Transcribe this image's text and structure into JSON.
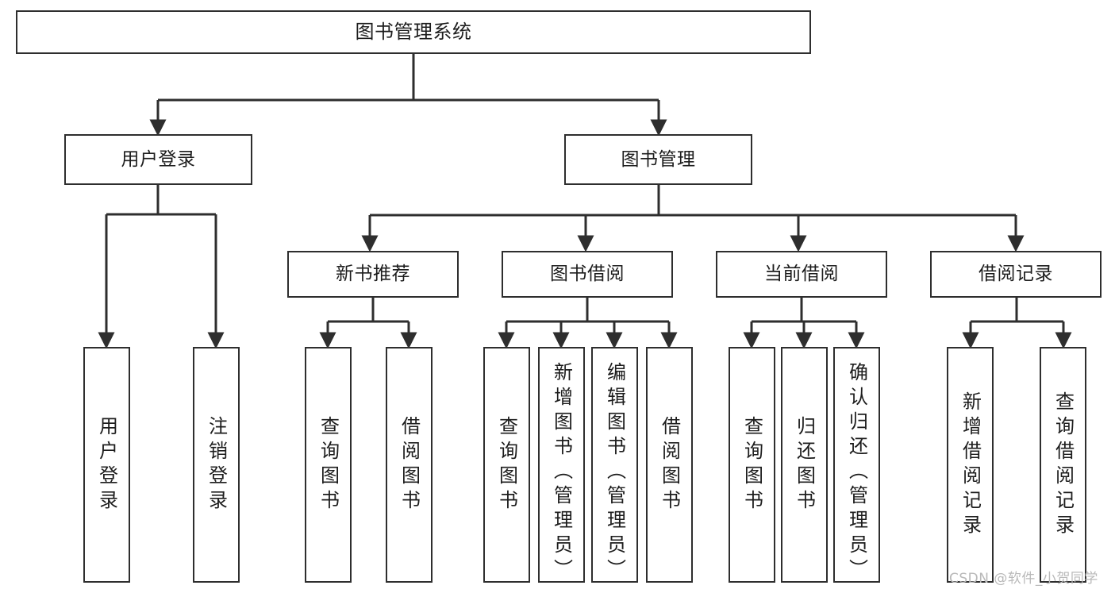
{
  "diagram": {
    "title": "图书管理系统",
    "type": "hierarchy-tree",
    "watermark": "CSDN @软件_小贺同学",
    "colors": {
      "stroke": "#2e2e2e",
      "text": "#1d1d1d",
      "background": "#ffffff",
      "watermark": "#b9b9b9"
    }
  },
  "nodes": {
    "root": {
      "label": "图书管理系统"
    },
    "level2": [
      {
        "id": "user-login",
        "label": "用户登录"
      },
      {
        "id": "book-manage",
        "label": "图书管理"
      }
    ],
    "level3": [
      {
        "id": "new-book-recommend",
        "label": "新书推荐"
      },
      {
        "id": "book-borrow",
        "label": "图书借阅"
      },
      {
        "id": "current-borrow",
        "label": "当前借阅"
      },
      {
        "id": "borrow-record",
        "label": "借阅记录"
      }
    ],
    "leaves": {
      "user_login": [
        {
          "id": "leaf-user-login",
          "label": "用户登录"
        },
        {
          "id": "leaf-logout-login",
          "label": "注销登录"
        }
      ],
      "new_book_recommend": [
        {
          "id": "leaf-query-book-1",
          "label": "查询图书"
        },
        {
          "id": "leaf-borrow-book-1",
          "label": "借阅图书"
        }
      ],
      "book_borrow": [
        {
          "id": "leaf-query-book-2",
          "label": "查询图书"
        },
        {
          "id": "leaf-add-book",
          "label": "新增图书（管理员）"
        },
        {
          "id": "leaf-edit-book",
          "label": "编辑图书（管理员）"
        },
        {
          "id": "leaf-borrow-book-2",
          "label": "借阅图书"
        }
      ],
      "current_borrow": [
        {
          "id": "leaf-query-book-3",
          "label": "查询图书"
        },
        {
          "id": "leaf-return-book",
          "label": "归还图书"
        },
        {
          "id": "leaf-confirm-return",
          "label": "确认归还（管理员）"
        }
      ],
      "borrow_record": [
        {
          "id": "leaf-add-record",
          "label": "新增借阅记录"
        },
        {
          "id": "leaf-query-record",
          "label": "查询借阅记录"
        }
      ]
    }
  }
}
